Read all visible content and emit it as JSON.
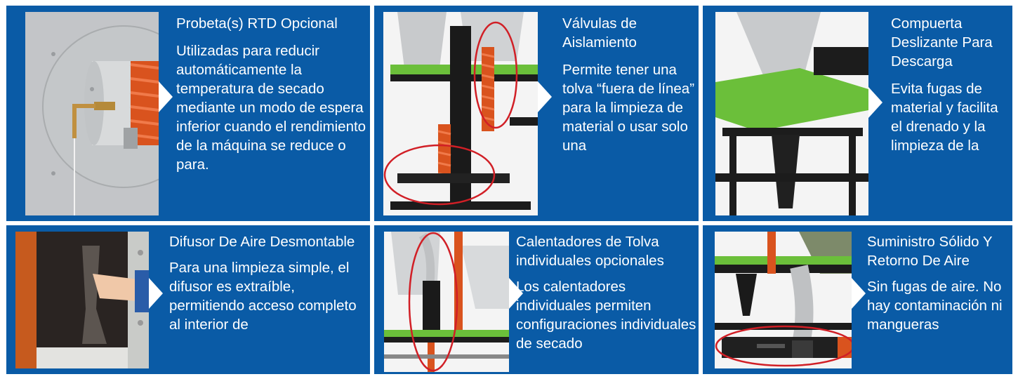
{
  "panels": [
    {
      "title": "Probeta(s) RTD Opcional",
      "description": "Utilizadas para reducir automáticamente la temperatura de secado mediante un modo de espera inferior cuando el rendimiento de la máquina se reduce o para.",
      "photo_icon": "rtd-probe-photo"
    },
    {
      "title": "Válvulas de Aislamiento",
      "description": "Permite tener una tolva “fuera de línea” para la limpieza de material o usar solo una",
      "photo_icon": "isolation-valve-photo"
    },
    {
      "title": "Compuerta Deslizante Para Descarga",
      "description": "Evita fugas de material y facilita el drenado y la limpieza de la",
      "photo_icon": "slide-gate-photo"
    },
    {
      "title": "Difusor De Aire Desmontable",
      "description": "Para una limpieza simple, el difusor es extraíble, permitiendo acceso completo al interior de",
      "photo_icon": "air-diffuser-photo"
    },
    {
      "title": "Calentadores de Tolva individuales opcionales",
      "description": "Los calentadores individuales permiten configuraciones individuales de secado",
      "photo_icon": "hopper-heater-photo"
    },
    {
      "title": "Suministro Sólido Y Retorno De Aire",
      "description": "Sin fugas de aire. No hay contaminación ni mangueras",
      "photo_icon": "air-supply-return-photo"
    }
  ],
  "colors": {
    "panel_blue": "#0a5ba6",
    "machine_green": "#6bbf3a",
    "hose_orange": "#d9531e",
    "highlight_red": "#d11f26"
  }
}
